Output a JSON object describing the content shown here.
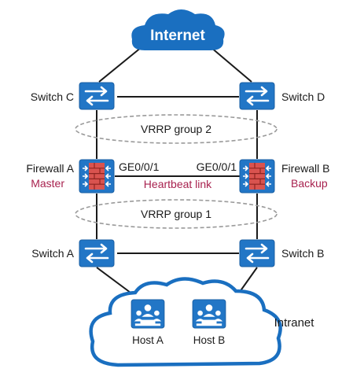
{
  "internet": {
    "label": "Internet"
  },
  "switches": {
    "c": {
      "label": "Switch C"
    },
    "d": {
      "label": "Switch D"
    },
    "a": {
      "label": "Switch A"
    },
    "b": {
      "label": "Switch B"
    }
  },
  "firewalls": {
    "a": {
      "label": "Firewall A",
      "role": "Master",
      "port": "GE0/0/1"
    },
    "b": {
      "label": "Firewall B",
      "role": "Backup",
      "port": "GE0/0/1"
    }
  },
  "links": {
    "heartbeat": "Heartbeat link"
  },
  "vrrp_groups": {
    "upper": "VRRP group 2",
    "lower": "VRRP group 1"
  },
  "intranet": {
    "label": "Intranet",
    "hosts": {
      "a": "Host A",
      "b": "Host B"
    }
  },
  "colors": {
    "device_blue": "#2276c6",
    "cloud_blue": "#1a6fc0",
    "role_red": "#a8224f",
    "firewall_red": "#d9534f"
  }
}
